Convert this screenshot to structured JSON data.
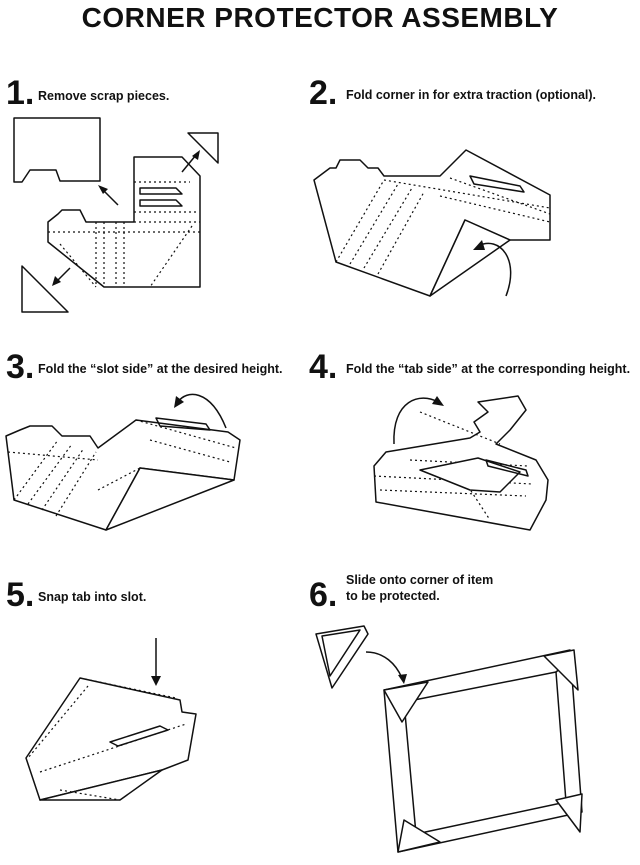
{
  "title": "CORNER PROTECTOR ASSEMBLY",
  "steps": [
    {
      "number": "1.",
      "caption": "Remove scrap pieces."
    },
    {
      "number": "2.",
      "caption": "Fold corner in for extra traction (optional)."
    },
    {
      "number": "3.",
      "caption": "Fold the “slot side” at the desired height."
    },
    {
      "number": "4.",
      "caption": "Fold the “tab side” at the corresponding height."
    },
    {
      "number": "5.",
      "caption": "Snap tab into slot."
    },
    {
      "number": "6.",
      "caption": "Slide onto corner of item",
      "caption_line2": "to be protected."
    }
  ]
}
